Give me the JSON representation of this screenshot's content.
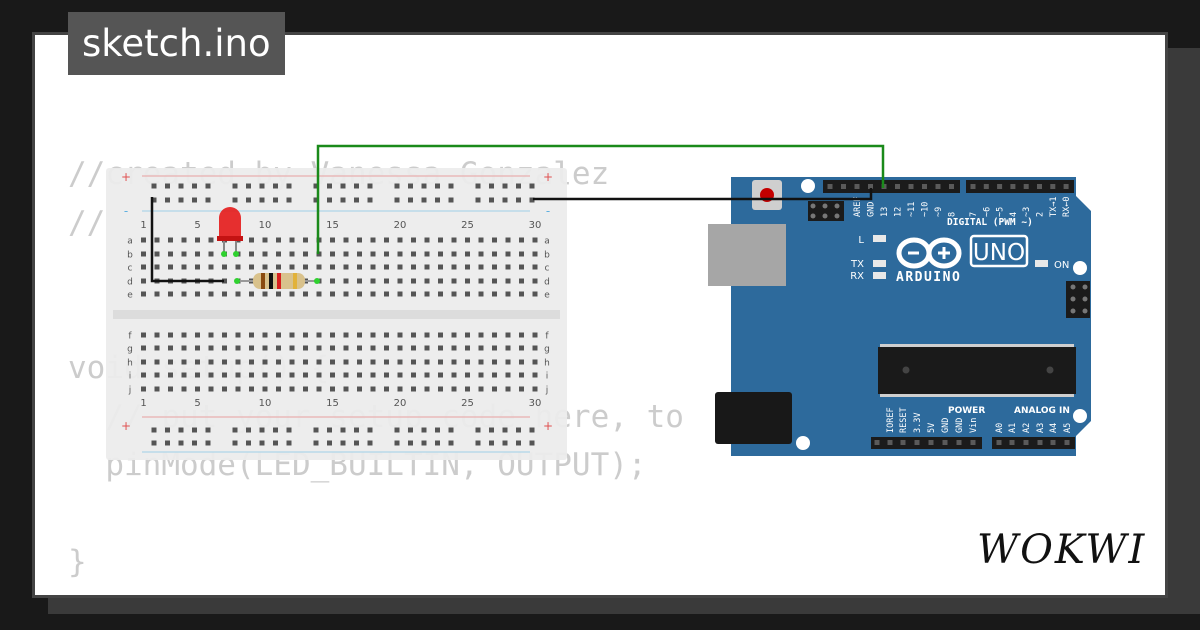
{
  "window": {
    "title": "sketch.ino"
  },
  "code_lines": [
    "//created by Vanessa Gonzalez",
    "//",
    "",
    "",
    "void setup() {",
    "  // put your setup code here, to",
    "  pinMode(LED_BUILTIN, OUTPUT);",
    "",
    "}"
  ],
  "breadboard": {
    "column_numbers": [
      "1",
      "5",
      "10",
      "15",
      "20",
      "25",
      "30"
    ],
    "rows_top": [
      "a",
      "b",
      "c",
      "d",
      "e"
    ],
    "rows_bottom": [
      "f",
      "g",
      "h",
      "i",
      "j"
    ],
    "rail_plus": "+",
    "rail_minus": "-"
  },
  "arduino": {
    "logo_text": "ARDUINO",
    "model": "UNO",
    "on_label": "ON",
    "led_labels": {
      "l": "L",
      "tx": "TX",
      "rx": "RX"
    },
    "digital_header_label": "DIGITAL (PWM ~)",
    "digital_pins": [
      "AREF",
      "GND",
      "13",
      "12",
      "~11",
      "~10",
      "~9",
      "8",
      "7",
      "~6",
      "~5",
      "4",
      "~3",
      "2",
      "TX→1",
      "RX←0"
    ],
    "power_label": "POWER",
    "analog_label": "ANALOG IN",
    "power_pins": [
      "IOREF",
      "RESET",
      "3.3V",
      "5V",
      "GND",
      "GND",
      "Vin"
    ],
    "analog_pins": [
      "A0",
      "A1",
      "A2",
      "A3",
      "A4",
      "A5"
    ]
  },
  "brand": {
    "name": "WOKWI"
  },
  "colors": {
    "board_blue": "#2d6a9c",
    "wire_green": "#1a8a1a",
    "wire_black": "#111111",
    "led_red": "#e41a1a"
  }
}
